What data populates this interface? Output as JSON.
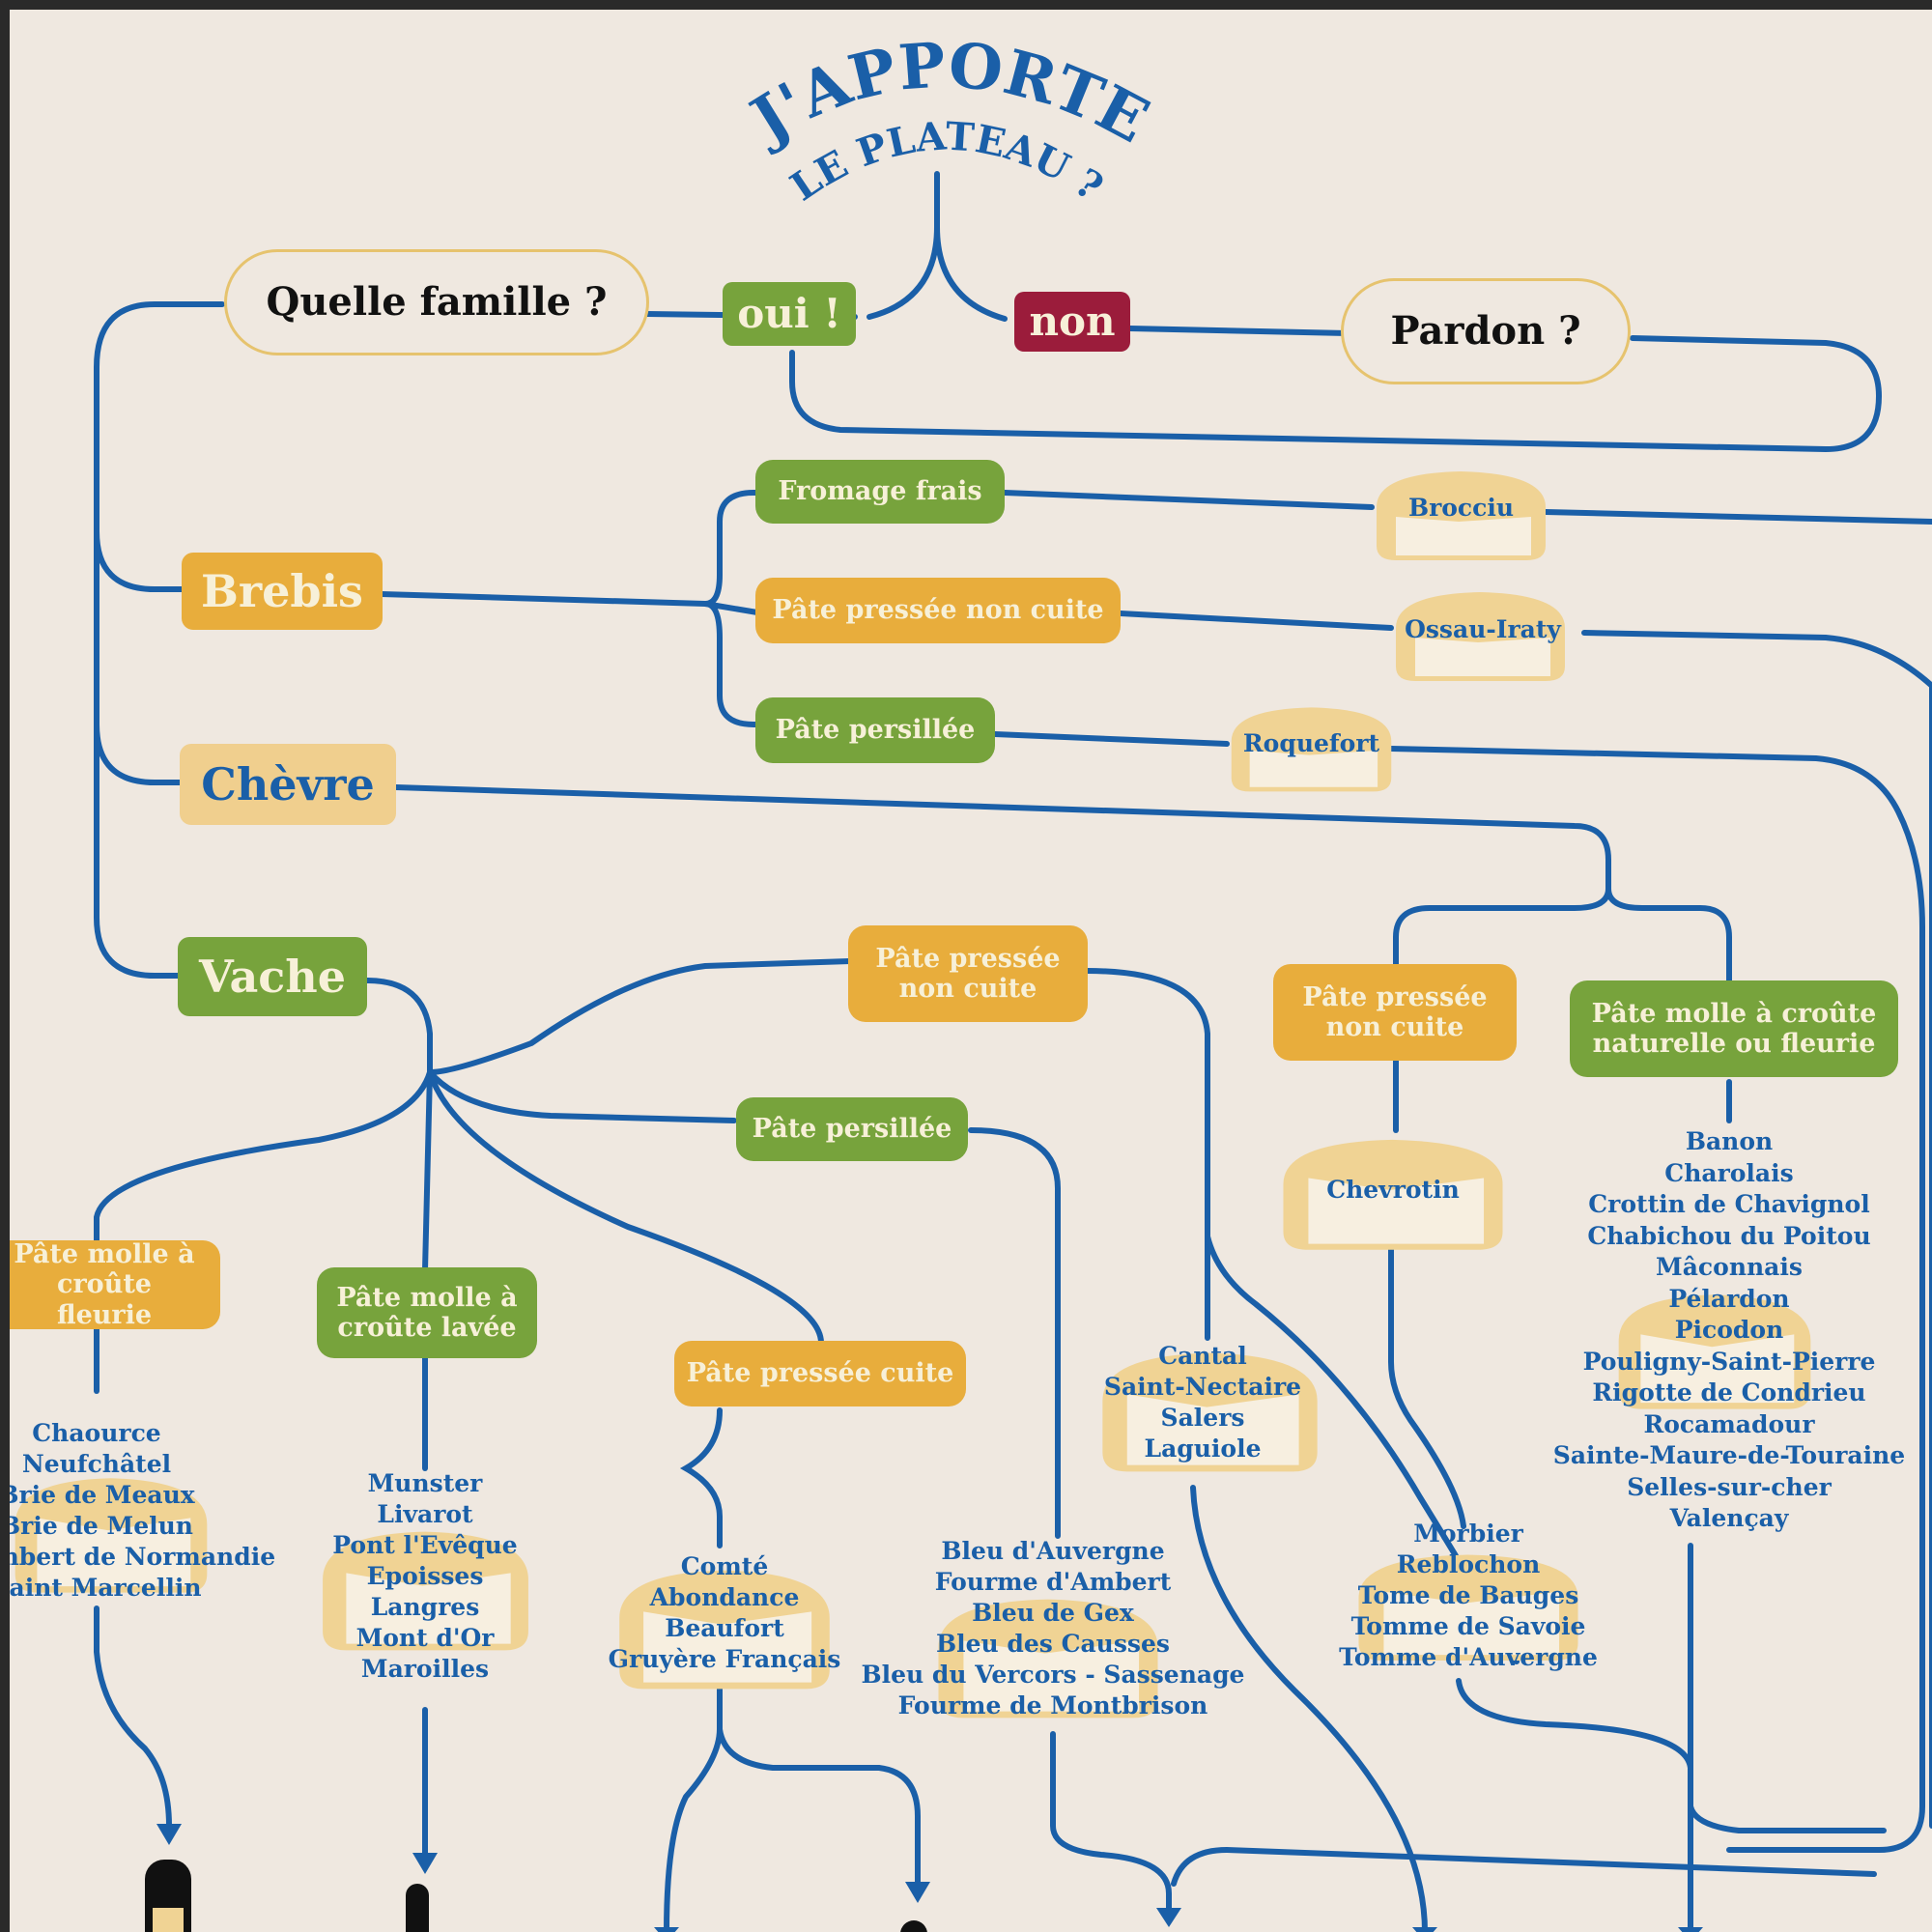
{
  "title": {
    "line1": "J'APPORTE",
    "line2": "LE PLATEAU ?"
  },
  "questions": {
    "family": "Quelle famille ?",
    "pardon": "Pardon ?"
  },
  "answers": {
    "yes": "oui !",
    "no": "non"
  },
  "families": {
    "brebis": {
      "label": "Brebis",
      "branches": [
        {
          "label": "Fromage frais",
          "cheeses": [
            "Brocciu"
          ]
        },
        {
          "label": "Pâte pressée non cuite",
          "cheeses": [
            "Ossau-Iraty"
          ]
        },
        {
          "label": "Pâte persillée",
          "cheeses": [
            "Roquefort"
          ]
        }
      ]
    },
    "chevre": {
      "label": "Chèvre",
      "branches": [
        {
          "label": "Pâte pressée non cuite",
          "cheeses": [
            "Chevrotin"
          ]
        },
        {
          "label": "Pâte molle à croûte naturelle ou fleurie",
          "cheeses": [
            "Banon",
            "Charolais",
            "Crottin de Chavignol",
            "Chabichou du Poitou",
            "Mâconnais",
            "Pélardon",
            "Picodon",
            "Pouligny-Saint-Pierre",
            "Rigotte de Condrieu",
            "Rocamadour",
            "Sainte-Maure-de-Touraine",
            "Selles-sur-cher",
            "Valençay"
          ]
        }
      ]
    },
    "vache": {
      "label": "Vache",
      "branches": [
        {
          "label": "Pâte pressée non cuite",
          "cheeses": [
            "Cantal",
            "Saint-Nectaire",
            "Salers",
            "Laguiole"
          ]
        },
        {
          "label": "Pâte persillée",
          "cheeses": [
            "Bleu d'Auvergne",
            "Fourme d'Ambert",
            "Bleu de Gex",
            "Bleu des Causses",
            "Bleu du Vercors - Sassenage",
            "Fourme de Montbrison"
          ]
        },
        {
          "label": "Pâte molle à croûte fleurie",
          "cheeses": [
            "Chaource",
            "Neufchâtel",
            "Brie de Meaux",
            "Brie de Melun",
            "Camembert de Normandie",
            "Saint Marcellin"
          ]
        },
        {
          "label": "Pâte molle à croûte lavée",
          "cheeses": [
            "Munster",
            "Livarot",
            "Pont l'Evêque",
            "Epoisses",
            "Langres",
            "Mont d'Or",
            "Maroilles"
          ]
        },
        {
          "label": "Pâte pressée cuite",
          "cheeses": [
            "Comté",
            "Abondance",
            "Beaufort",
            "Gruyère Français"
          ]
        }
      ]
    },
    "chevrotin_group": {
      "cheeses": [
        "Morbier",
        "Reblochon",
        "Tome de Bauges",
        "Tomme de Savoie",
        "Tomme d'Auvergne"
      ]
    }
  },
  "colors": {
    "line": "#1a5fa8",
    "green": "#77a33c",
    "orange": "#e8ad3c",
    "red": "#9b1c3b",
    "background": "#efe8e0",
    "cheese": "#f0d394"
  }
}
